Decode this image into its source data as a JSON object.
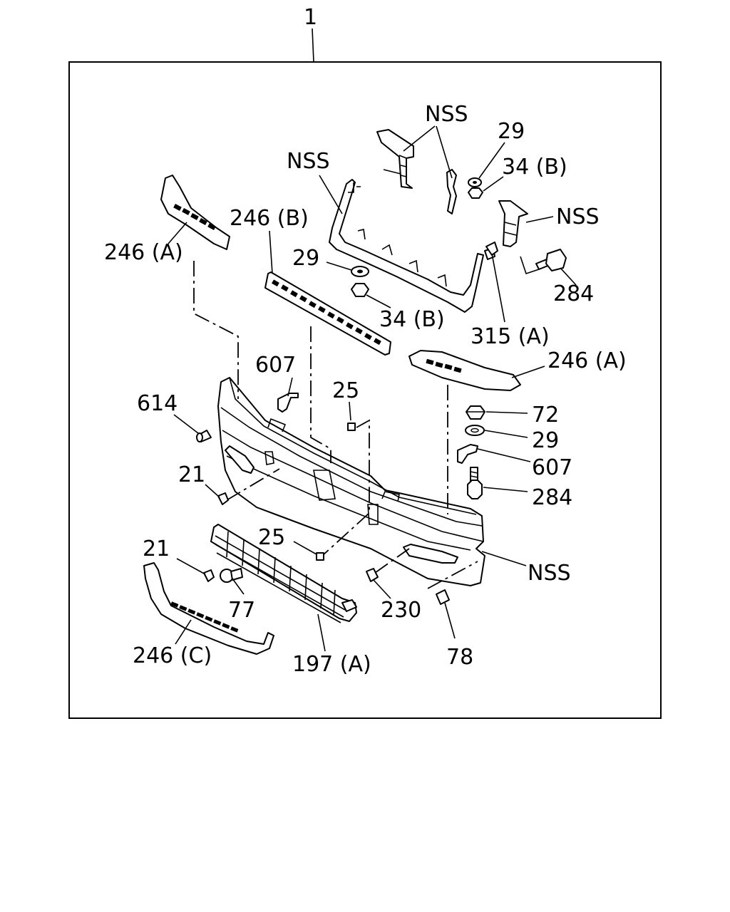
{
  "diagram": {
    "assembly_label": "1",
    "callouts": {
      "nss_top": "NSS",
      "nss_left": "NSS",
      "nss_right": "NSS",
      "nss_bottom": "NSS",
      "p29_top": "29",
      "p34b_top": "34 (B)",
      "p246a_left": "246 (A)",
      "p246b": "246 (B)",
      "p29_mid": "29",
      "p34b_mid": "34 (B)",
      "p284_top": "284",
      "p315a": "315 (A)",
      "p246a_right": "246 (A)",
      "p607_left": "607",
      "p25_top": "25",
      "p614": "614",
      "p72": "72",
      "p29_right": "29",
      "p607_right": "607",
      "p284_right": "284",
      "p21_upper": "21",
      "p25_lower": "25",
      "p21_lower": "21",
      "p77": "77",
      "p230": "230",
      "p246c": "246 (C)",
      "p197a": "197 (A)",
      "p78": "78"
    }
  }
}
